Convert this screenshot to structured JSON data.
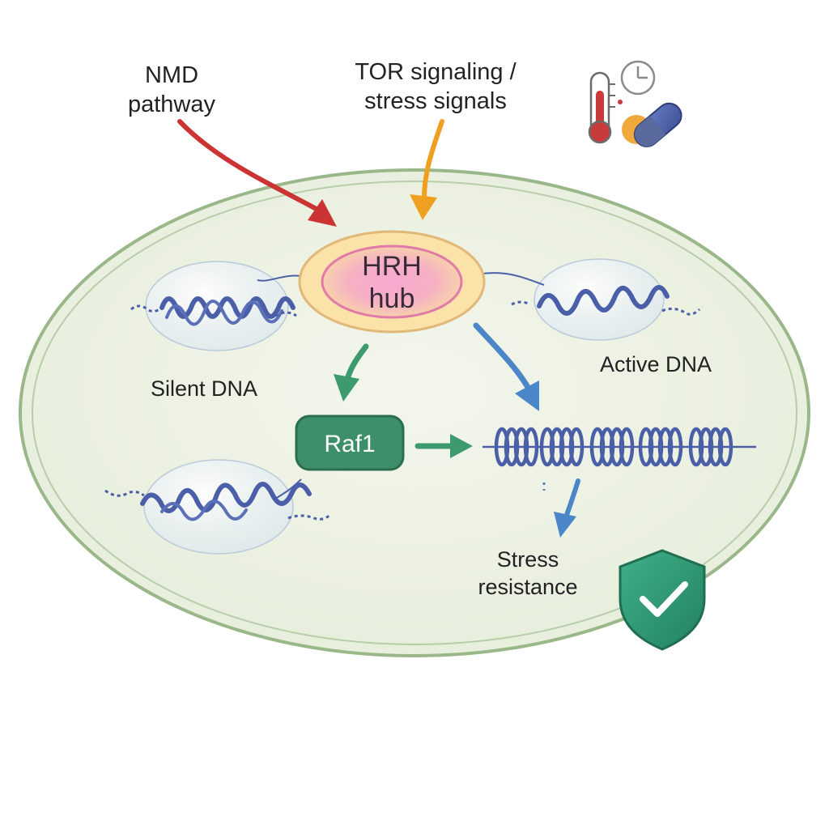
{
  "diagram": {
    "inputs": {
      "nmd": [
        "NMD",
        "pathway"
      ],
      "tor": [
        "TOR signaling /",
        "stress signals"
      ]
    },
    "hub": [
      "HRH",
      "hub"
    ],
    "regulator": "Raf1",
    "regions": {
      "silent": "Silent DNA",
      "active": "Active DNA"
    },
    "outcome": [
      "Stress",
      "resistance"
    ],
    "icons": [
      "thermometer-icon",
      "clock-icon",
      "capsule-icon",
      "shield-check-icon"
    ],
    "colors": {
      "nmd_arrow": "#cc3333",
      "tor_arrow": "#f0a020",
      "green_arrow": "#3d9a6e",
      "blue_arrow": "#4a86c8",
      "hub_fill": "#f7b7c8",
      "raf_fill": "#3c8f68",
      "cell_fill": "#eef3e4",
      "dna": "#4a5fa8",
      "shield": "#2f9a75"
    }
  }
}
